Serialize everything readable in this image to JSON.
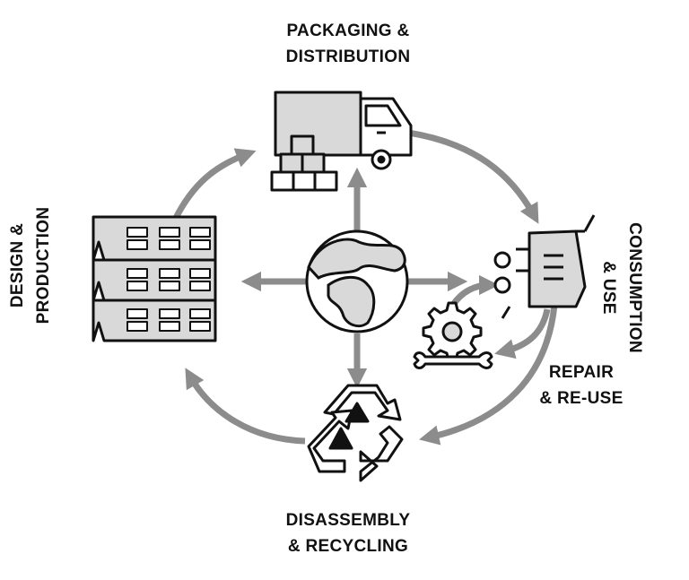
{
  "stages": {
    "packaging": {
      "line1": "PACKAGING &",
      "line2": "DISTRIBUTION"
    },
    "consumption": {
      "line1": "CONSUMPTION",
      "line2": "& USE"
    },
    "repair": {
      "line1": "REPAIR",
      "line2": "& RE-USE"
    },
    "disassembly": {
      "line1": "DISASSEMBLY",
      "line2": "& RECYCLING"
    },
    "design": {
      "line1": "DESIGN &",
      "line2": "PRODUCTION"
    }
  },
  "colors": {
    "arrow": "#8c8c8c",
    "outline": "#111111",
    "fill_light": "#d9d9d9",
    "fill_white": "#ffffff"
  },
  "icons": [
    "truck-with-boxes-icon",
    "shopping-cart-icon",
    "gear-wrench-icon",
    "recycling-icon",
    "factory-buildings-icon",
    "globe-icon"
  ]
}
